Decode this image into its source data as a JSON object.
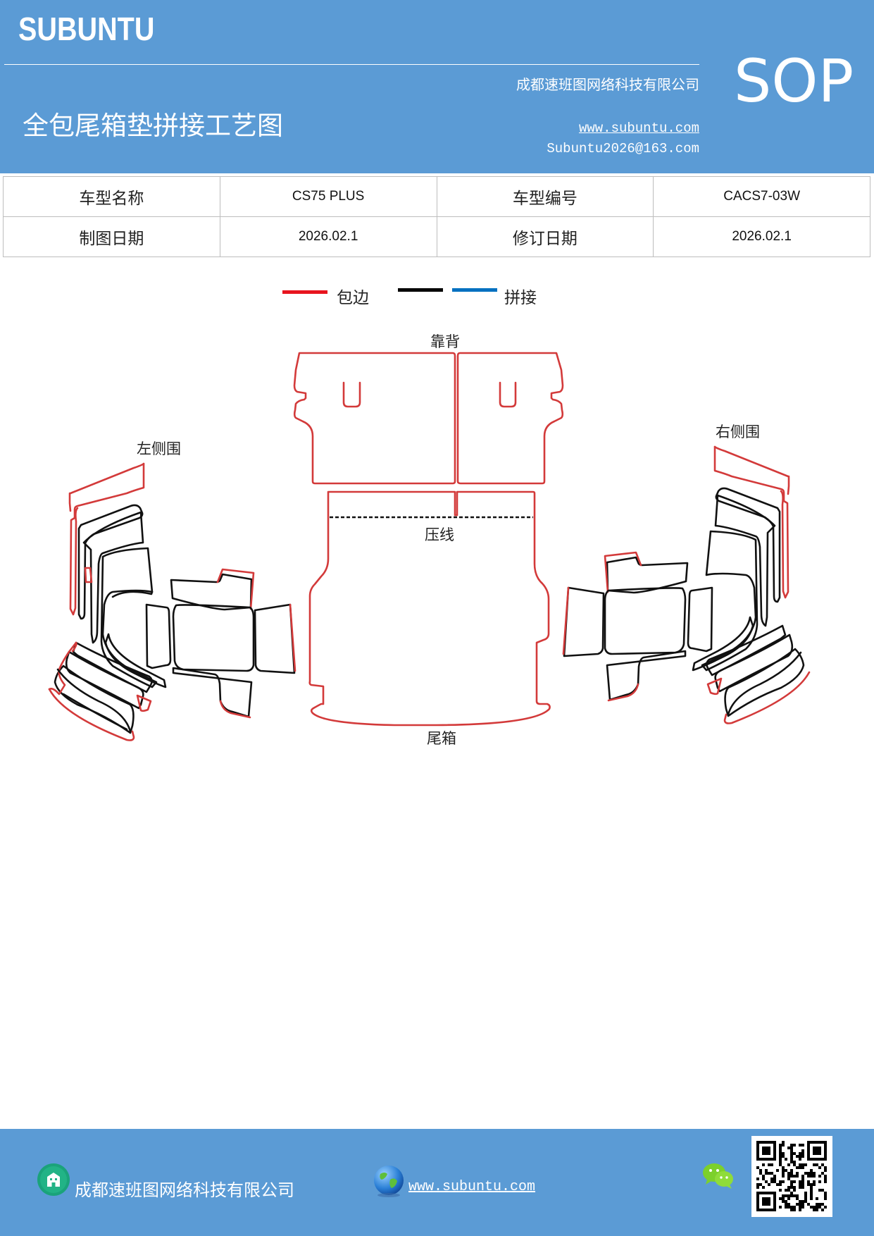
{
  "header": {
    "brand": "SUBUNTU",
    "company": "成都速班图网络科技有限公司",
    "title": "全包尾箱垫拼接工艺图",
    "website": "www.subuntu.com",
    "email": "Subuntu2026@163.com",
    "badge": "SOP"
  },
  "info": {
    "model_name_label": "车型名称",
    "model_name": "CS75 PLUS",
    "model_code_label": "车型编号",
    "model_code": "CACS7-03W",
    "draw_date_label": "制图日期",
    "draw_date": "2026.02.1",
    "revise_date_label": "修订日期",
    "revise_date": "2026.02.1"
  },
  "legend": {
    "items": [
      {
        "color": "#e8141e",
        "label": "包边"
      },
      {
        "color": "#000000",
        "label": ""
      },
      {
        "color": "#0070c0",
        "label": "拼接"
      }
    ]
  },
  "diagram": {
    "backrest": "靠背",
    "left_side": "左侧围",
    "right_side": "右侧围",
    "press_line": "压线",
    "trunk": "尾箱",
    "edge_color": "#d33a3a",
    "seam_color": "#111111"
  },
  "footer": {
    "company": "成都速班图网络科技有限公司",
    "website": "www.subuntu.com",
    "icons": [
      "building-icon",
      "globe-icon",
      "wechat-icon",
      "qr-code"
    ]
  }
}
